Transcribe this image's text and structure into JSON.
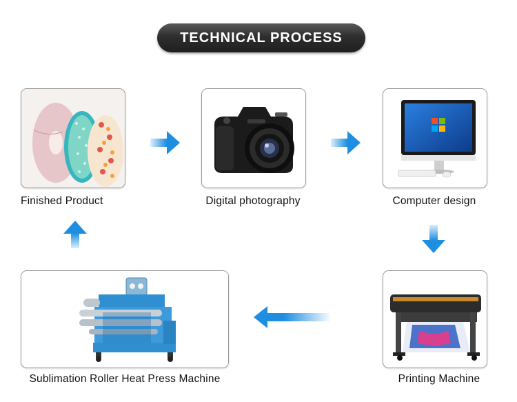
{
  "title": "TECHNICAL PROCESS",
  "steps": [
    {
      "label": "Finished Product",
      "image": "ribbon-rolls-image"
    },
    {
      "label": "Digital photography",
      "image": "camera-image"
    },
    {
      "label": "Computer design",
      "image": "computer-image"
    },
    {
      "label": "Printing Machine",
      "image": "printer-image"
    },
    {
      "label": "Sublimation Roller Heat Press Machine",
      "image": "heat-press-machine-image"
    }
  ],
  "colors": {
    "banner": "#2e2e2e",
    "arrow": "#1e8fe0",
    "box_border": "#9a9a9a"
  },
  "icons": [
    "arrow-right-icon",
    "arrow-down-icon",
    "arrow-left-icon",
    "arrow-up-icon"
  ]
}
